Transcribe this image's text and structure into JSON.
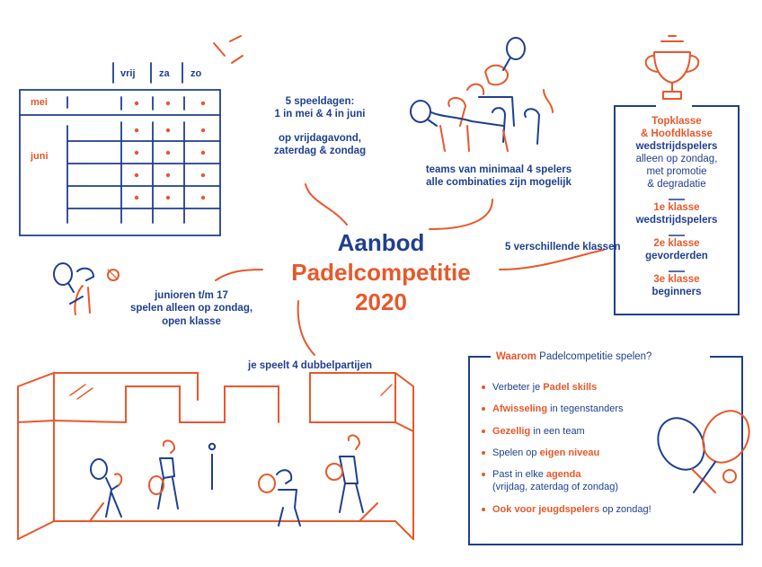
{
  "colors": {
    "blue": "#1f3f8f",
    "orange": "#e8582a"
  },
  "title": {
    "line1": "Aanbod",
    "line2": "Padelcompetitie",
    "line3": "2020"
  },
  "calendar": {
    "days": [
      "vrij",
      "za",
      "zo"
    ],
    "months": [
      "mei",
      "juni"
    ]
  },
  "speeldagen": {
    "line1": "5 speeldagen:",
    "line2": "1 in mei & 4 in juni",
    "line3": "op vrijdagavond,",
    "line4": "zaterdag & zondag"
  },
  "teams": {
    "line1": "teams van minimaal 4 spelers",
    "line2": "alle combinaties zijn mogelijk"
  },
  "klassen_label": "5 verschillende klassen",
  "klassen": {
    "top_line1": "Topklasse",
    "top_line2": "& Hoofdklasse",
    "top_line3": "wedstrijdspelers",
    "top_line4": "alleen op zondag,",
    "top_line5": "met promotie",
    "top_line6": "& degradatie",
    "k1_name": "1e klasse",
    "k1_desc": "wedstrijdspelers",
    "k2_name": "2e klasse",
    "k2_desc": "gevorderden",
    "k3_name": "3e klasse",
    "k3_desc": "beginners"
  },
  "junioren": {
    "line1": "junioren t/m 17",
    "line2": "spelen alleen op zondag,",
    "line3": "open klasse"
  },
  "dubbel": "je speelt 4 dubbelpartijen",
  "waarom": {
    "title_bold": "Waarom",
    "title_rest": " Padelcompetitie spelen?",
    "items": [
      {
        "pre": "Verbeter je ",
        "bold": "Padel skills",
        "post": ""
      },
      {
        "pre": "",
        "bold": "Afwisseling",
        "post": " in tegenstanders"
      },
      {
        "pre": "",
        "bold": "Gezellig",
        "post": " in een team"
      },
      {
        "pre": "Spelen op ",
        "bold": "eigen niveau",
        "post": ""
      },
      {
        "pre": "Past in elke ",
        "bold": "agenda",
        "post": "",
        "sub": "(vrijdag, zaterdag of zondag)"
      },
      {
        "pre": "",
        "bold": "Ook voor jeugdspelers",
        "post": " op zondag!"
      }
    ]
  }
}
